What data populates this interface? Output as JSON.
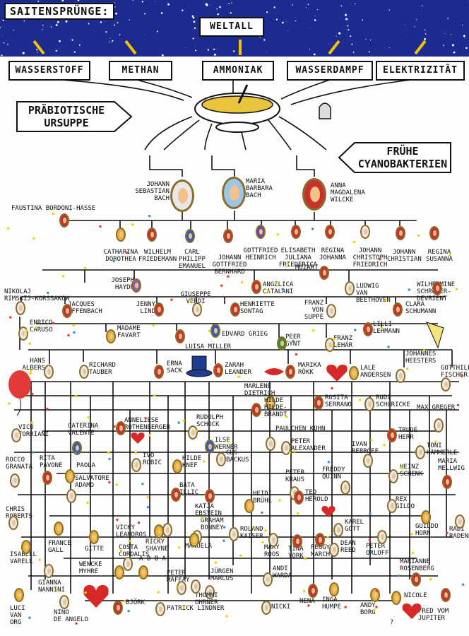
{
  "header": {
    "title": "SAITENSPRÜNGE:",
    "weltall": "WELTALL"
  },
  "elements": {
    "wasserstoff": "WASSERSTOFF",
    "methan": "METHAN",
    "ammoniak": "AMMONIAK",
    "wasserdampf": "WASSERDAMPF",
    "elektrizitaet": "ELEKTRIZITÄT"
  },
  "signs": {
    "ursuppe": "PRÄBIOTISCHE\nURSUPPE",
    "cyanobakterien": "FRÜHE\nCYANOBAKTERIEN"
  },
  "people": {
    "bach": "JOHANN\nSEBASTIAN\nBACH",
    "maria_barbara": "MARIA\nBARBARA\nBACH",
    "anna_magdalena": "ANNA\nMAGDALENA\nWILCKE",
    "faustina": "FAUSTINA BORDONI-HASSE",
    "catharina": "CATHARINA\nDOROTHEA",
    "wilhelm": "WILHELM\nFRIEDEMANN",
    "carl": "CARL\nPHILIPP\nEMANUEL",
    "johann_gottfried": "JOHANN\nGOTTFRIED\nBERNHARD",
    "gottfried_heinrich": "GOTTFRIED\nHEINRICH",
    "elisabeth": "ELISABETH\nJULIANA\nFRIEDERICA",
    "regina_johanna": "REGINA\nJOHANNA",
    "johann_christoph": "JOHANN\nCHRISTOPH\nFRIEDRICH",
    "johann_christian": "JOHANN\nCHRISTIAN",
    "regina_susanna": "REGINA\nSUSANNA",
    "mozart": "MOZART",
    "haydn": "JOSEPH\nHAYDN",
    "catalani": "ANGELICA\nCATALANI",
    "beethoven": "LUDWIG\nVAN\nBEETHOVEN",
    "schroeder": "WILHELMINE\nSCHRÖDER-\nDEVRIENT",
    "rimskij": "NIKOLAJ\nRIMSKIJ-KORSSAKOW",
    "offenbach": "JACQUES\nOFFENBACH",
    "jenny_lind": "JENNY\nLIND",
    "verdi": "GIUSEPPE\nVERDI",
    "sontag": "HENRIETTE\nSONTAG",
    "suppe": "FRANZ\nVON\nSUPPÉ",
    "clara": "CLARA\nSCHUMANN",
    "caruso": "ENRICO\nCARUSO",
    "favart": "MADAME\nFAVART",
    "grieg": "EDVARD GRIEG",
    "lilli": "LILLI\nLEHMANN",
    "luisa": "LUISA MILLER",
    "peer": "PEER\nGYNT",
    "lehar": "FRANZ\nLEHÁR",
    "albers": "HANS\nALBERS",
    "tauber": "RICHARD\nTAUBER",
    "erna": "ERNA\nSACK",
    "zarah": "ZARAH\nLEANDER",
    "rokk": "MARIKA\nRÖKK",
    "lale": "LALE\nANDERSEN",
    "heesters": "JOHANNES\nHEESTERS",
    "fischer": "GOTTHILF\nFISCHER",
    "dietrich": "MARLENE\nDIETRICH",
    "hildebrandt": "HILDE\nHILDE-\nBRANDT",
    "rosita": "ROSITA\nSERRANO",
    "schuricke": "RUDI\nSCHURICKE",
    "greger": "MAX GREGER",
    "torriani": "VICO\nTORRIANI",
    "valente": "CATERINA\nVALENTE",
    "rothenberger": "ANNELIESE\nROTHENBERGER",
    "schock": "RUDOLPH\nSCHOCK",
    "kuhn": "PAULCHEN KUHN",
    "ilse": "ILSE\nWERNER",
    "gus": "GUS\nBACKUS",
    "peter_alexander": "PETER\nALEXANDER",
    "rebroff": "IVAN\nREBROFF",
    "herr": "TRUDE\nHERR",
    "haemmerle": "TONI\nHÄMMERLE",
    "granata": "ROCCO\nGRANATA",
    "pavone": "RITA\nPAVONE",
    "paola": "PAOLA",
    "robic": "IVO\nROBIC",
    "knef": "HILDE\nKNEF",
    "freddy": "FREDDY\nQUINN",
    "schenk": "HEINZ\nSCHENK",
    "hellwig": "MARIA\nHELLWIG",
    "adamo": "SALVATORE\nADAMO",
    "kraus": "PETER\nKRAUS",
    "ted": "TED HEROLD",
    "bata": "BATA\nILLIC",
    "katja": "KATJA\nEBSTEIN",
    "bruehl": "HEIDI\nBRÜHL",
    "rex": "REX\nGILDO",
    "roberts": "CHRIS\nROBERTS",
    "leandros": "VICKY\nLEANDROS",
    "bonney": "GRAHAM\nBONNEY",
    "karel": "KAREL\nGOTT",
    "guildo": "GUILDO\nHORN",
    "radi": "RADI\nRADENKOVIC",
    "france": "FRANCE\nGALL",
    "shayne": "RICKY\nSHAYNE",
    "kaiser": "ROLAND\nKAISER",
    "dean": "DEAN\nREED",
    "isabell": "ISABELL\nVARELL",
    "gitte": "GITTE",
    "cordalis": "COSTA\nCORDALIS",
    "manuela": "MANUELA",
    "roos": "MARY\nROOS",
    "york": "TINA\nYORK",
    "march": "PEGGY\nMARCH",
    "orloff": "PETER\nORLOFF",
    "wencke": "WENCKE\nMYHRE",
    "abba": "A B B A",
    "maffay": "PETER\nMAFFAY",
    "marcus": "JÜRGEN\nMARCUS",
    "warda": "ANDI\nWARDA",
    "rosenberg": "MARIANNE\nROSENBERG",
    "nannini": "GIANNA\nNANNINI",
    "bjoerk": "BJÖRK",
    "ohrner": "THOMMI\nOHRNER",
    "nena": "NENA",
    "inga": "INGA\nHUMPE",
    "nicole": "NICOLE",
    "luci": "LUCI\nVAN\nORG",
    "nino": "NINO\nDE ANGELO",
    "lindner": "PATRICK LINDNER",
    "nicki": "NICKI",
    "andy": "ANDY\nBORG",
    "fred": "FRED VOM\nJUPITER",
    "question": "?"
  }
}
